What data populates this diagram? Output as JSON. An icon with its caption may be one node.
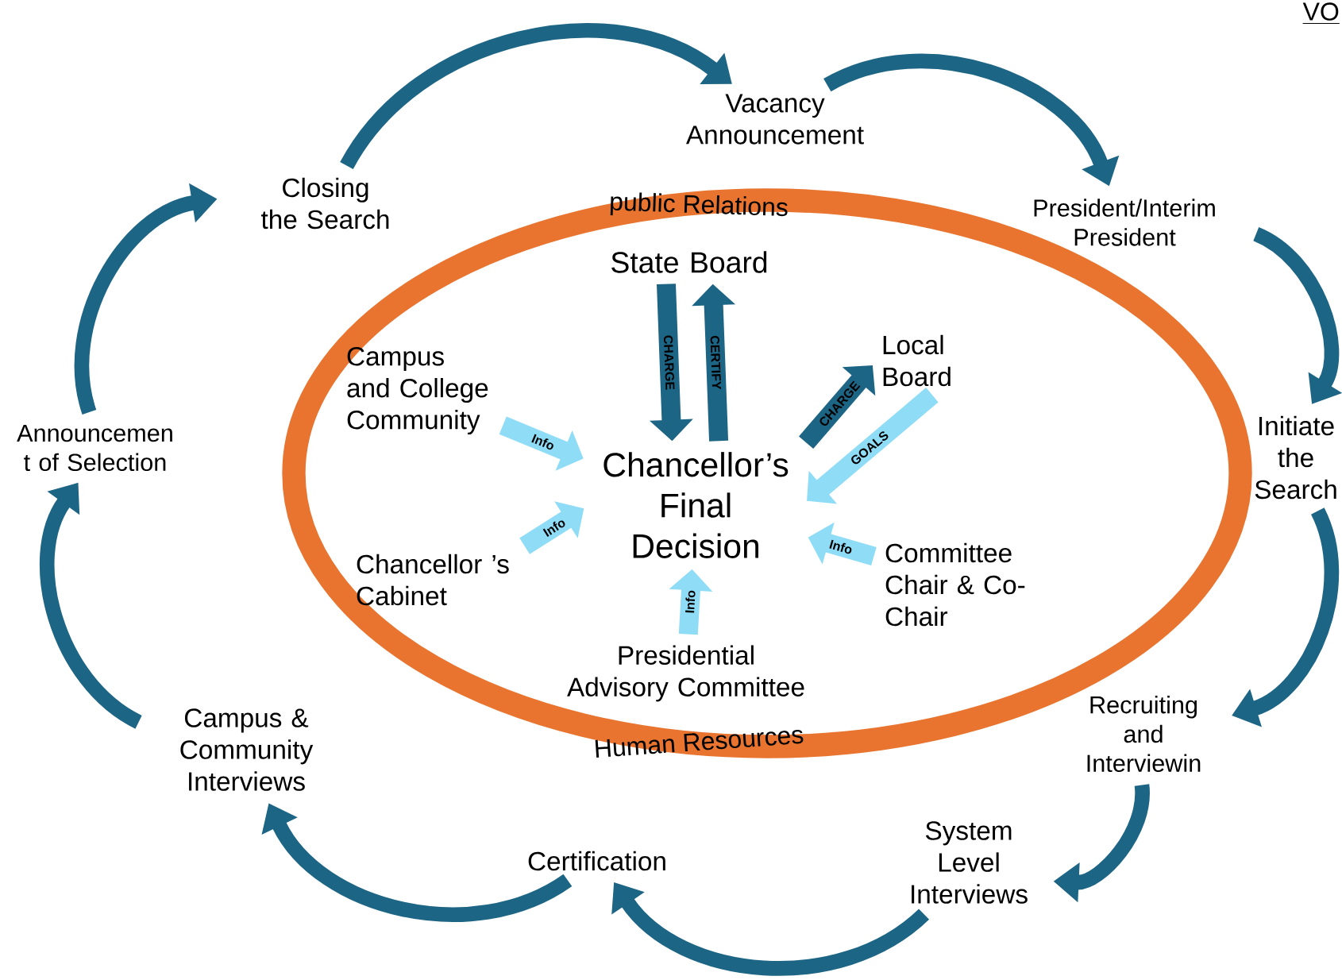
{
  "diagram": {
    "nodes": [
      {
        "text": [
          "public Relations",
          "Human Resources"
        ]
      },
      {
        "text": [
          "State Board"
        ],
        "in": 0
      },
      {
        "text": [
          "Campus and College Community"
        ],
        "in": 0
      },
      {
        "text": [
          "Local Board"
        ],
        "in": 0
      },
      {
        "text": [
          "Chancellor’s Final Decision"
        ],
        "in": 0
      },
      {
        "text": [
          "Chancellor ’s Cabinet"
        ],
        "in": 0
      },
      {
        "text": [
          "Committee Chair & Co-Chair"
        ],
        "in": 0
      },
      {
        "text": [
          "Presidential Advisory Committee"
        ],
        "in": 0
      },
      {
        "text": [
          "Vacancy Announcement"
        ]
      },
      {
        "text": [
          "President/Interim President"
        ]
      },
      {
        "text": [
          "Initiate the Search"
        ]
      },
      {
        "text": [
          "Recruiting and Interviewin"
        ]
      },
      {
        "text": [
          "System Level Interviews"
        ]
      },
      {
        "text": [
          "Certification"
        ]
      },
      {
        "text": [
          "Campus & Community Interviews"
        ]
      },
      {
        "text": [
          "Announcemen t of Selection"
        ]
      },
      {
        "text": [
          "Closing the Search"
        ]
      }
    ],
    "edges": [
      {
        "from": 16,
        "to": 8,
        "arrow": "to"
      },
      {
        "from": 8,
        "to": 9,
        "arrow": "to"
      },
      {
        "from": 9,
        "to": 10,
        "arrow": "to"
      },
      {
        "from": 10,
        "to": 11,
        "arrow": "to"
      },
      {
        "from": 11,
        "to": 12,
        "arrow": "to"
      },
      {
        "from": 12,
        "to": 13,
        "arrow": "to"
      },
      {
        "from": 13,
        "to": 14,
        "arrow": "to"
      },
      {
        "from": 14,
        "to": 15,
        "arrow": "to"
      },
      {
        "from": 15,
        "to": 16,
        "arrow": "to"
      },
      {
        "from": 1,
        "to": 4,
        "arrow": "to",
        "label": "CHARGE"
      },
      {
        "from": 4,
        "to": 1,
        "arrow": "to",
        "label": "CERTIFY"
      },
      {
        "from": 4,
        "to": 3,
        "arrow": "to",
        "label": "CHARGE"
      },
      {
        "from": 3,
        "to": 4,
        "arrow": "to",
        "label": "GOALS",
        "color": "#8fdcf7"
      },
      {
        "from": 2,
        "to": 4,
        "arrow": "to",
        "label": "Info",
        "color": "#8fdcf7"
      },
      {
        "from": 5,
        "to": 4,
        "arrow": "to",
        "label": "Info",
        "color": "#8fdcf7"
      },
      {
        "from": 7,
        "to": 4,
        "arrow": "to",
        "label": "Info",
        "color": "#8fdcf7"
      },
      {
        "from": 6,
        "to": 4,
        "arrow": "to",
        "label": "Info",
        "color": "#8fdcf7"
      }
    ],
    "labels": [
      "VO"
    ]
  }
}
